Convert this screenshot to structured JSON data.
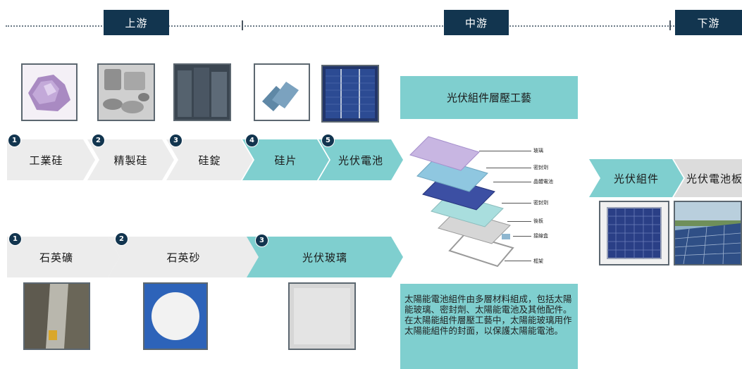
{
  "stages": {
    "upstream": "上游",
    "midstream": "中游",
    "downstream": "下游"
  },
  "row1": [
    {
      "num": "1",
      "label": "工業硅"
    },
    {
      "num": "2",
      "label": "精製硅"
    },
    {
      "num": "3",
      "label": "硅錠"
    },
    {
      "num": "4",
      "label": "硅片"
    },
    {
      "num": "5",
      "label": "光伏電池"
    }
  ],
  "row2": [
    {
      "num": "1",
      "label": "石英礦"
    },
    {
      "num": "2",
      "label": "石英砂"
    },
    {
      "num": "3",
      "label": "光伏玻璃"
    }
  ],
  "process_title": "光伏組件層壓工藝",
  "layers": [
    "玻璃",
    "密封劑",
    "晶體電池",
    "密封劑",
    "後板",
    "接線盒",
    "框架"
  ],
  "description": "太陽能電池組件由多層材料組成，包括太陽能玻璃、密封劑、太陽能電池及其他配件。在太陽能組件層壓工藝中，太陽能玻璃用作太陽能組件的封面，以保護太陽能電池。",
  "downstream_items": [
    "光伏組件",
    "光伏電池板"
  ],
  "colors": {
    "navy": "#12354f",
    "teal": "#7fcfcf",
    "grey_chevron": "#ececec"
  }
}
